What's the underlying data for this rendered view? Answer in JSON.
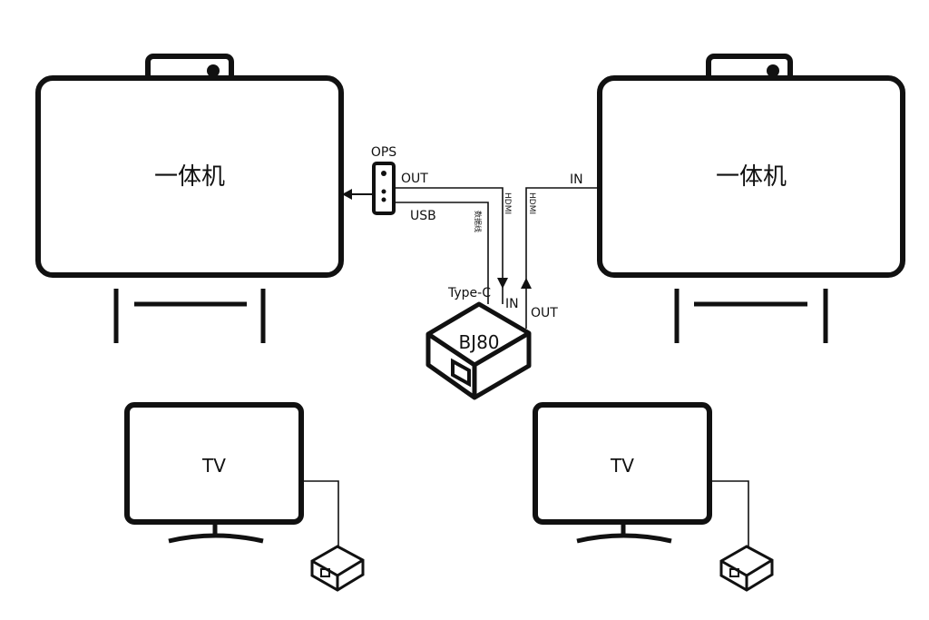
{
  "devices": {
    "left_board": {
      "label": "一体机"
    },
    "right_board": {
      "label": "一体机"
    },
    "ops": {
      "label": "OPS",
      "out_label": "OUT",
      "usb_label": "USB"
    },
    "hub": {
      "label": "BJ80",
      "typec_label": "Type-C",
      "in_label": "IN",
      "out_label": "OUT"
    },
    "left_tv": {
      "label": "TV"
    },
    "right_tv": {
      "label": "TV"
    },
    "right_board_in_label": "IN"
  },
  "cables": {
    "hdmi_in": "HDMI",
    "hdmi_out": "HDMI",
    "data_cable": "数据线"
  },
  "colors": {
    "stroke": "#111111",
    "background": "#ffffff"
  }
}
